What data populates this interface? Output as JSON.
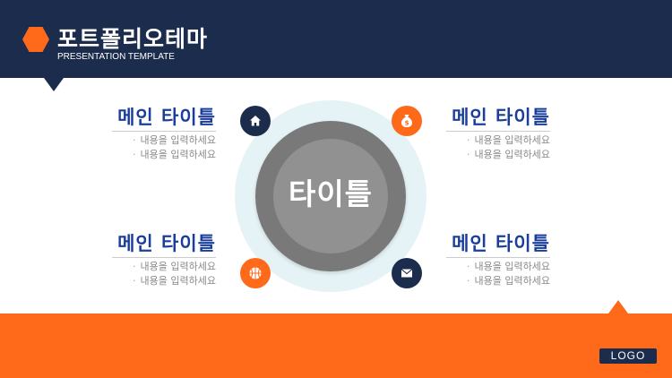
{
  "header": {
    "title": "포트폴리오테마",
    "subtitle": "PRESENTATION TEMPLATE"
  },
  "center": {
    "title": "타이틀"
  },
  "blocks": [
    {
      "title": "메인 타이틀",
      "items": [
        "내용을 입력하세요",
        "내용을 입력하세요"
      ]
    },
    {
      "title": "메인 타이틀",
      "items": [
        "내용을 입력하세요",
        "내용을 입력하세요"
      ]
    },
    {
      "title": "메인 타이틀",
      "items": [
        "내용을 입력하세요",
        "내용을 입력하세요"
      ]
    },
    {
      "title": "메인 타이틀",
      "items": [
        "내용을 입력하세요",
        "내용을 입력하세요"
      ]
    }
  ],
  "icons": [
    "home-icon",
    "money-bag-icon",
    "basketball-icon",
    "mail-icon"
  ],
  "bullet": "·",
  "footer": {
    "logo": "LOGO"
  },
  "colors": {
    "navy": "#1c2c4c",
    "orange": "#ff6a1a",
    "title_blue": "#1a3e9a",
    "circle_gray": "#797979"
  }
}
